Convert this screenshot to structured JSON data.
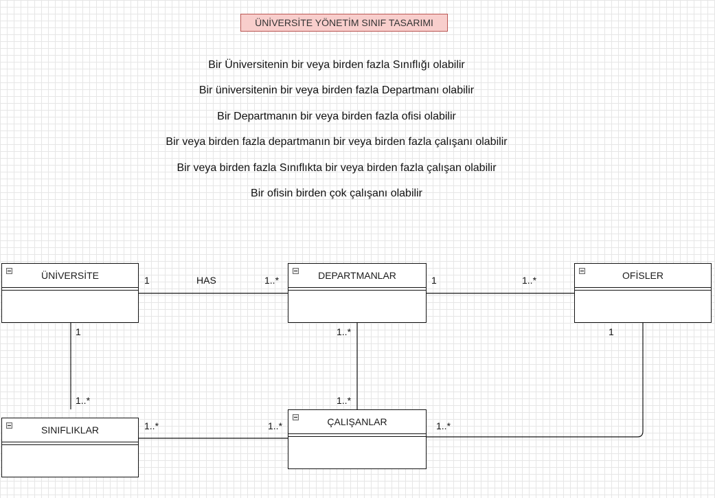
{
  "title": "ÜNİVERSİTE YÖNETİM SINIF TASARIMI",
  "descriptions": [
    "Bir Üniversitenin bir veya  birden fazla Sınıflığı olabilir",
    "Bir üniversitenin bir veya birden fazla Departmanı olabilir",
    "Bir Departmanın bir veya birden fazla ofisi olabilir",
    "Bir veya birden fazla departmanın bir veya birden fazla çalışanı olabilir",
    "Bir veya birden fazla Sınıflıkta bir veya birden fazla çalışan olabilir",
    "Bir ofisin birden çok çalışanı olabilir"
  ],
  "classes": {
    "universite": "ÜNİVERSİTE",
    "departmanlar": "DEPARTMANLAR",
    "ofisler": "OFİSLER",
    "siniflklar": "SINIFLIKLAR",
    "calisanlar": "ÇALIŞANLAR"
  },
  "edges": {
    "uni_dep": {
      "label": "HAS",
      "src": "1",
      "dst": "1..*"
    },
    "dep_ofis": {
      "src": "1",
      "dst": "1..*"
    },
    "uni_sin": {
      "src": "1",
      "dst": "1..*"
    },
    "dep_cal": {
      "src": "1..*",
      "dst": "1..*"
    },
    "sin_cal": {
      "src": "1..*",
      "dst": "1..*"
    },
    "ofis_cal": {
      "src": "1",
      "dst": "1..*"
    }
  },
  "colors": {
    "title_fill": "#f8cecc",
    "title_border": "#b85450",
    "line": "#111111"
  }
}
